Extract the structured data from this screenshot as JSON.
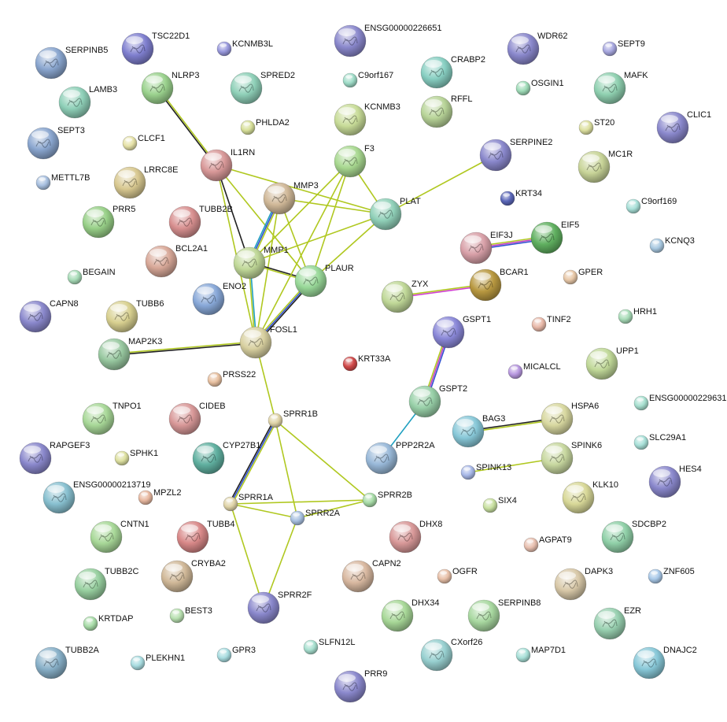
{
  "graph": {
    "nodes": [
      {
        "id": "SERPINB5",
        "label": "SERPINB5",
        "color": "#8aa6cf",
        "size": "L"
      },
      {
        "id": "TSC22D1",
        "label": "TSC22D1",
        "color": "#7f7fcf",
        "size": "L"
      },
      {
        "id": "KCNMB3L",
        "label": "KCNMB3L",
        "color": "#9999dd",
        "size": "S"
      },
      {
        "id": "ENSG00000226651",
        "label": "ENSG00000226651",
        "color": "#8a88cc",
        "size": "L"
      },
      {
        "id": "WDR62",
        "label": "WDR62",
        "color": "#8a88cc",
        "size": "L"
      },
      {
        "id": "SEPT9",
        "label": "SEPT9",
        "color": "#a8a8e0",
        "size": "S"
      },
      {
        "id": "CRABP2",
        "label": "CRABP2",
        "color": "#88cfc2",
        "size": "L"
      },
      {
        "id": "LAMB3",
        "label": "LAMB3",
        "color": "#8fd0b8",
        "size": "L"
      },
      {
        "id": "NLRP3",
        "label": "NLRP3",
        "color": "#9bd28e",
        "size": "L"
      },
      {
        "id": "SPRED2",
        "label": "SPRED2",
        "color": "#8fd0b8",
        "size": "L"
      },
      {
        "id": "C9orf167",
        "label": "C9orf167",
        "color": "#9fdcc8",
        "size": "S"
      },
      {
        "id": "OSGIN1",
        "label": "OSGIN1",
        "color": "#9fdcb8",
        "size": "S"
      },
      {
        "id": "MAFK",
        "label": "MAFK",
        "color": "#8fd0b0",
        "size": "L"
      },
      {
        "id": "KCNMB3",
        "label": "KCNMB3",
        "color": "#c8dc98",
        "size": "L"
      },
      {
        "id": "RFFL",
        "label": "RFFL",
        "color": "#b8d498",
        "size": "L"
      },
      {
        "id": "SEPT3",
        "label": "SEPT3",
        "color": "#8aa6cf",
        "size": "L"
      },
      {
        "id": "PHLDA2",
        "label": "PHLDA2",
        "color": "#d8e09a",
        "size": "S"
      },
      {
        "id": "CLIC1",
        "label": "CLIC1",
        "color": "#8a88cc",
        "size": "L"
      },
      {
        "id": "ST20",
        "label": "ST20",
        "color": "#dde0a0",
        "size": "S"
      },
      {
        "id": "CLCF1",
        "label": "CLCF1",
        "color": "#e6e2a8",
        "size": "S"
      },
      {
        "id": "IL1RN",
        "label": "IL1RN",
        "color": "#d89898",
        "size": "L"
      },
      {
        "id": "F3",
        "label": "F3",
        "color": "#a8d890",
        "size": "L"
      },
      {
        "id": "SERPINE2",
        "label": "SERPINE2",
        "color": "#8a88cc",
        "size": "L"
      },
      {
        "id": "MC1R",
        "label": "MC1R",
        "color": "#c8d498",
        "size": "L"
      },
      {
        "id": "METTL7B",
        "label": "METTL7B",
        "color": "#a8c0e0",
        "size": "S"
      },
      {
        "id": "LRRC8E",
        "label": "LRRC8E",
        "color": "#d8c890",
        "size": "L"
      },
      {
        "id": "MMP3",
        "label": "MMP3",
        "color": "#d0b898",
        "size": "L"
      },
      {
        "id": "KRT34",
        "label": "KRT34",
        "color": "#5a66b8",
        "size": "S"
      },
      {
        "id": "C9orf169",
        "label": "C9orf169",
        "color": "#a8e0d8",
        "size": "S"
      },
      {
        "id": "PRR5",
        "label": "PRR5",
        "color": "#98d088",
        "size": "L"
      },
      {
        "id": "TUBB2B",
        "label": "TUBB2B",
        "color": "#d89090",
        "size": "L"
      },
      {
        "id": "PLAT",
        "label": "PLAT",
        "color": "#90d0b8",
        "size": "L"
      },
      {
        "id": "EIF3J",
        "label": "EIF3J",
        "color": "#d8a0a8",
        "size": "L"
      },
      {
        "id": "EIF5",
        "label": "EIF5",
        "color": "#60b060",
        "size": "L"
      },
      {
        "id": "KCNQ3",
        "label": "KCNQ3",
        "color": "#a8c8e0",
        "size": "S"
      },
      {
        "id": "BCL2A1",
        "label": "BCL2A1",
        "color": "#d8a898",
        "size": "L"
      },
      {
        "id": "MMP1",
        "label": "MMP1",
        "color": "#c0d898",
        "size": "L"
      },
      {
        "id": "BEGAIN",
        "label": "BEGAIN",
        "color": "#a8dcb8",
        "size": "S"
      },
      {
        "id": "PLAUR",
        "label": "PLAUR",
        "color": "#98d898",
        "size": "L"
      },
      {
        "id": "ENO2",
        "label": "ENO2",
        "color": "#88a8d8",
        "size": "L"
      },
      {
        "id": "GPER",
        "label": "GPER",
        "color": "#e8c8a8",
        "size": "S"
      },
      {
        "id": "BCAR1",
        "label": "BCAR1",
        "color": "#b89840",
        "size": "L"
      },
      {
        "id": "ZYX",
        "label": "ZYX",
        "color": "#c0d898",
        "size": "L"
      },
      {
        "id": "CAPN8",
        "label": "CAPN8",
        "color": "#8a88cc",
        "size": "L"
      },
      {
        "id": "TUBB6",
        "label": "TUBB6",
        "color": "#d8d090",
        "size": "L"
      },
      {
        "id": "HRH1",
        "label": "HRH1",
        "color": "#a8dcb8",
        "size": "S"
      },
      {
        "id": "TINF2",
        "label": "TINF2",
        "color": "#e8b8a8",
        "size": "S"
      },
      {
        "id": "GSPT1",
        "label": "GSPT1",
        "color": "#8a88d8",
        "size": "L"
      },
      {
        "id": "FOSL1",
        "label": "FOSL1",
        "color": "#d8d0a0",
        "size": "L"
      },
      {
        "id": "MAP2K3",
        "label": "MAP2K3",
        "color": "#98c8a0",
        "size": "L"
      },
      {
        "id": "KRT33A",
        "label": "KRT33A",
        "color": "#d04848",
        "size": "S"
      },
      {
        "id": "MICALCL",
        "label": "MICALCL",
        "color": "#b898e0",
        "size": "S"
      },
      {
        "id": "UPP1",
        "label": "UPP1",
        "color": "#c0d898",
        "size": "L"
      },
      {
        "id": "PRSS22",
        "label": "PRSS22",
        "color": "#e8c0a0",
        "size": "S"
      },
      {
        "id": "GSPT2",
        "label": "GSPT2",
        "color": "#98d0a8",
        "size": "L"
      },
      {
        "id": "ENSG00000229631",
        "label": "ENSG00000229631",
        "color": "#a8e0d0",
        "size": "S"
      },
      {
        "id": "TNPO1",
        "label": "TNPO1",
        "color": "#a8d898",
        "size": "L"
      },
      {
        "id": "CIDEB",
        "label": "CIDEB",
        "color": "#d89898",
        "size": "L"
      },
      {
        "id": "SPRR1B",
        "label": "SPRR1B",
        "color": "#e0d4a8",
        "size": "S"
      },
      {
        "id": "BAG3",
        "label": "BAG3",
        "color": "#88c8d8",
        "size": "L"
      },
      {
        "id": "HSPA6",
        "label": "HSPA6",
        "color": "#d8d8a0",
        "size": "L"
      },
      {
        "id": "RAPGEF3",
        "label": "RAPGEF3",
        "color": "#8a88cc",
        "size": "L"
      },
      {
        "id": "SPHK1",
        "label": "SPHK1",
        "color": "#dde0a0",
        "size": "S"
      },
      {
        "id": "CYP27B1",
        "label": "CYP27B1",
        "color": "#60b0a0",
        "size": "L"
      },
      {
        "id": "PPP2R2A",
        "label": "PPP2R2A",
        "color": "#98b8d8",
        "size": "L"
      },
      {
        "id": "SPINK6",
        "label": "SPINK6",
        "color": "#c8d8a0",
        "size": "L"
      },
      {
        "id": "SLC29A1",
        "label": "SLC29A1",
        "color": "#a8e0d8",
        "size": "S"
      },
      {
        "id": "SPINK13",
        "label": "SPINK13",
        "color": "#a8b8e8",
        "size": "S"
      },
      {
        "id": "HES4",
        "label": "HES4",
        "color": "#8a88cc",
        "size": "L"
      },
      {
        "id": "ENSG00000213719",
        "label": "ENSG00000213719",
        "color": "#88c0d0",
        "size": "L"
      },
      {
        "id": "MPZL2",
        "label": "MPZL2",
        "color": "#e8b8a0",
        "size": "S"
      },
      {
        "id": "SPRR1A",
        "label": "SPRR1A",
        "color": "#e0d4a8",
        "size": "S"
      },
      {
        "id": "SPRR2B",
        "label": "SPRR2B",
        "color": "#a8dca8",
        "size": "S"
      },
      {
        "id": "SIX4",
        "label": "SIX4",
        "color": "#c8e0a0",
        "size": "S"
      },
      {
        "id": "KLK10",
        "label": "KLK10",
        "color": "#d8d898",
        "size": "L"
      },
      {
        "id": "SPRR2A",
        "label": "SPRR2A",
        "color": "#a8c0e0",
        "size": "S"
      },
      {
        "id": "CNTN1",
        "label": "CNTN1",
        "color": "#a8d898",
        "size": "L"
      },
      {
        "id": "TUBB4",
        "label": "TUBB4",
        "color": "#d88888",
        "size": "L"
      },
      {
        "id": "DHX8",
        "label": "DHX8",
        "color": "#d89898",
        "size": "L"
      },
      {
        "id": "AGPAT9",
        "label": "AGPAT9",
        "color": "#e8c0b0",
        "size": "S"
      },
      {
        "id": "SDCBP2",
        "label": "SDCBP2",
        "color": "#90d0a8",
        "size": "L"
      },
      {
        "id": "TUBB2C",
        "label": "TUBB2C",
        "color": "#98d0a0",
        "size": "L"
      },
      {
        "id": "CRYBA2",
        "label": "CRYBA2",
        "color": "#d0b898",
        "size": "L"
      },
      {
        "id": "CAPN2",
        "label": "CAPN2",
        "color": "#d8b8a0",
        "size": "L"
      },
      {
        "id": "OGFR",
        "label": "OGFR",
        "color": "#e8c0a8",
        "size": "S"
      },
      {
        "id": "DAPK3",
        "label": "DAPK3",
        "color": "#d8c8a8",
        "size": "L"
      },
      {
        "id": "ZNF605",
        "label": "ZNF605",
        "color": "#a8c8e8",
        "size": "S"
      },
      {
        "id": "KRTDAP",
        "label": "KRTDAP",
        "color": "#a8dca8",
        "size": "S"
      },
      {
        "id": "BEST3",
        "label": "BEST3",
        "color": "#b8e0b0",
        "size": "S"
      },
      {
        "id": "SPRR2F",
        "label": "SPRR2F",
        "color": "#8a88cc",
        "size": "L"
      },
      {
        "id": "DHX34",
        "label": "DHX34",
        "color": "#a8d898",
        "size": "L"
      },
      {
        "id": "SERPINB8",
        "label": "SERPINB8",
        "color": "#a8d8a0",
        "size": "L"
      },
      {
        "id": "EZR",
        "label": "EZR",
        "color": "#98d0b0",
        "size": "L"
      },
      {
        "id": "TUBB2A",
        "label": "TUBB2A",
        "color": "#88b0c8",
        "size": "L"
      },
      {
        "id": "PLEKHN1",
        "label": "PLEKHN1",
        "color": "#a8dce0",
        "size": "S"
      },
      {
        "id": "GPR3",
        "label": "GPR3",
        "color": "#a8dce0",
        "size": "S"
      },
      {
        "id": "SLFN12L",
        "label": "SLFN12L",
        "color": "#a8e0d0",
        "size": "S"
      },
      {
        "id": "CXorf26",
        "label": "CXorf26",
        "color": "#98d0d0",
        "size": "L"
      },
      {
        "id": "MAP7D1",
        "label": "MAP7D1",
        "color": "#a8e0d8",
        "size": "S"
      },
      {
        "id": "DNAJC2",
        "label": "DNAJC2",
        "color": "#88c8d8",
        "size": "L"
      },
      {
        "id": "PRR9",
        "label": "PRR9",
        "color": "#8a88cc",
        "size": "L"
      }
    ],
    "edges": [
      {
        "a": "NLRP3",
        "b": "IL1RN",
        "colors": [
          "#b0c820",
          "#202020"
        ]
      },
      {
        "a": "IL1RN",
        "b": "MMP1",
        "colors": [
          "#202020"
        ]
      },
      {
        "a": "IL1RN",
        "b": "PLAUR",
        "colors": [
          "#b0c820"
        ]
      },
      {
        "a": "IL1RN",
        "b": "PLAT",
        "colors": [
          "#b0c820"
        ]
      },
      {
        "a": "IL1RN",
        "b": "FOSL1",
        "colors": [
          "#b0c820"
        ]
      },
      {
        "a": "MMP3",
        "b": "MMP1",
        "colors": [
          "#b0c820",
          "#3050d0",
          "#20a0c0"
        ]
      },
      {
        "a": "MMP3",
        "b": "PLAUR",
        "colors": [
          "#b0c820"
        ]
      },
      {
        "a": "MMP3",
        "b": "PLAT",
        "colors": [
          "#b0c820"
        ]
      },
      {
        "a": "MMP3",
        "b": "FOSL1",
        "colors": [
          "#b0c820"
        ]
      },
      {
        "a": "MMP1",
        "b": "PLAUR",
        "colors": [
          "#202020",
          "#b0c820"
        ]
      },
      {
        "a": "MMP1",
        "b": "PLAT",
        "colors": [
          "#b0c820"
        ]
      },
      {
        "a": "MMP1",
        "b": "F3",
        "colors": [
          "#b0c820"
        ]
      },
      {
        "a": "MMP1",
        "b": "FOSL1",
        "colors": [
          "#20a0c0",
          "#b0c820"
        ]
      },
      {
        "a": "PLAUR",
        "b": "PLAT",
        "colors": [
          "#b0c820"
        ]
      },
      {
        "a": "PLAUR",
        "b": "F3",
        "colors": [
          "#b0c820"
        ]
      },
      {
        "a": "PLAUR",
        "b": "FOSL1",
        "colors": [
          "#202020",
          "#3050d0",
          "#b0c820"
        ]
      },
      {
        "a": "F3",
        "b": "PLAT",
        "colors": [
          "#b0c820"
        ]
      },
      {
        "a": "F3",
        "b": "FOSL1",
        "colors": [
          "#b0c820"
        ]
      },
      {
        "a": "PLAT",
        "b": "SERPINE2",
        "colors": [
          "#b0c820"
        ]
      },
      {
        "a": "EIF3J",
        "b": "EIF5",
        "colors": [
          "#b0c820",
          "#c040c0",
          "#3050d0"
        ]
      },
      {
        "a": "ZYX",
        "b": "BCAR1",
        "colors": [
          "#b0c820",
          "#d040d0"
        ]
      },
      {
        "a": "MAP2K3",
        "b": "FOSL1",
        "colors": [
          "#b0c820",
          "#202020"
        ]
      },
      {
        "a": "FOSL1",
        "b": "SPRR1B",
        "colors": [
          "#b0c820"
        ]
      },
      {
        "a": "GSPT1",
        "b": "GSPT2",
        "colors": [
          "#3050d0",
          "#c040c0",
          "#b0c820"
        ]
      },
      {
        "a": "GSPT2",
        "b": "PPP2R2A",
        "colors": [
          "#20a0c0"
        ]
      },
      {
        "a": "BAG3",
        "b": "HSPA6",
        "colors": [
          "#202020",
          "#b0c820"
        ]
      },
      {
        "a": "SPINK13",
        "b": "SPINK6",
        "colors": [
          "#b0c820"
        ]
      },
      {
        "a": "SPRR1B",
        "b": "SPRR1A",
        "colors": [
          "#b0c820",
          "#3050d0",
          "#202020"
        ]
      },
      {
        "a": "SPRR1B",
        "b": "SPRR2A",
        "colors": [
          "#b0c820"
        ]
      },
      {
        "a": "SPRR1B",
        "b": "SPRR2B",
        "colors": [
          "#b0c820"
        ]
      },
      {
        "a": "SPRR1A",
        "b": "SPRR2A",
        "colors": [
          "#b0c820"
        ]
      },
      {
        "a": "SPRR1A",
        "b": "SPRR2B",
        "colors": [
          "#b0c820"
        ]
      },
      {
        "a": "SPRR1A",
        "b": "SPRR2F",
        "colors": [
          "#b0c820"
        ]
      },
      {
        "a": "SPRR2A",
        "b": "SPRR2B",
        "colors": [
          "#b0c820"
        ]
      },
      {
        "a": "SPRR2A",
        "b": "SPRR2F",
        "colors": [
          "#b0c820"
        ]
      }
    ]
  }
}
